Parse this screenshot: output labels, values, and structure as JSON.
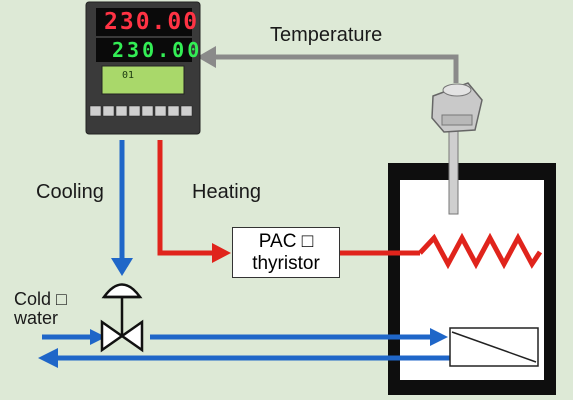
{
  "controller": {
    "pv_display": "230.00",
    "sv_display": "230.00",
    "lcd_text": "01"
  },
  "labels": {
    "temperature": "Temperature",
    "cooling": "Cooling",
    "heating": "Heating",
    "cold_line1": "Cold □",
    "cold_line2": "water",
    "pac_line1": "PAC □",
    "pac_line2": "thyristor"
  },
  "colors": {
    "background": "#dde9d6",
    "cooling_arrow": "#1f66c8",
    "heating_line": "#e0241c",
    "temperature_arrow": "#8a8a8a",
    "controller_body": "#3a3a3a"
  }
}
